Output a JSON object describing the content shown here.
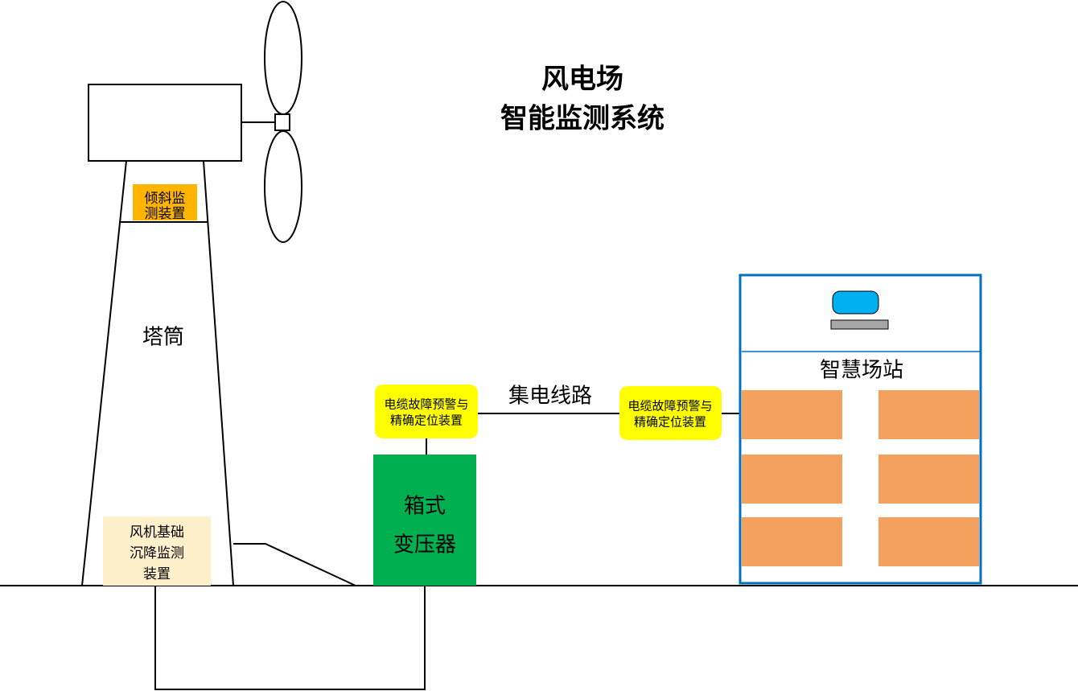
{
  "title": {
    "line1": "风电场",
    "line2": "智能监测系统"
  },
  "tower": {
    "label": "塔筒",
    "tilt_monitor": {
      "line1": "倾斜监",
      "line2": "测装置"
    },
    "foundation_monitor": {
      "line1": "风机基础",
      "line2": "沉降监测",
      "line3": "装置"
    }
  },
  "cable_device_left": {
    "line1": "电缆故障预警与",
    "line2": "精确定位装置"
  },
  "cable_device_right": {
    "line1": "电缆故障预警与",
    "line2": "精确定位装置"
  },
  "collector_line": {
    "label": "集电线路"
  },
  "transformer": {
    "line1": "箱式",
    "line2": "变压器"
  },
  "station": {
    "label": "智慧场站"
  },
  "colors": {
    "tilt_monitor": "#FFB400",
    "foundation_monitor": "#FFF0CC",
    "cable_device": "#FFFF00",
    "transformer": "#00B050",
    "station_border": "#0070C0",
    "station_block": "#F4A05E",
    "screen": "#00B0F0",
    "screen_base": "#A6A6A6"
  }
}
